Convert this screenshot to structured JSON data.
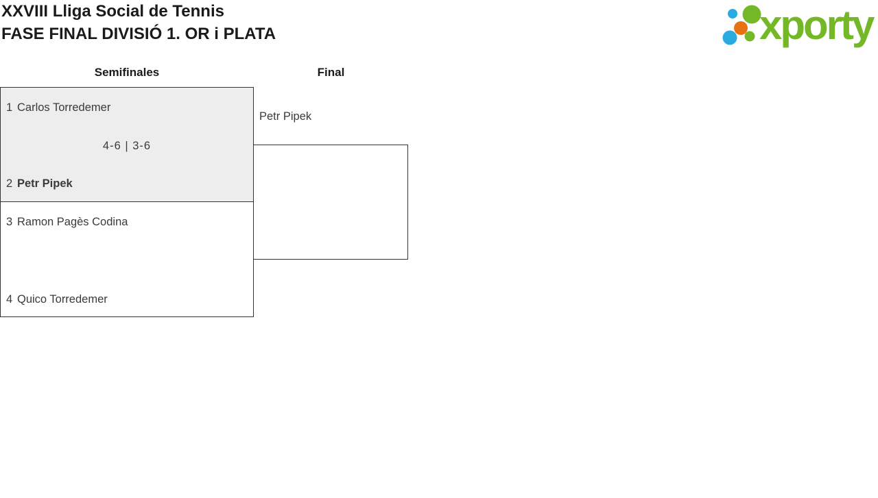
{
  "header": {
    "title_line1": "XXVIII Lliga Social de Tennis",
    "title_line2": "FASE FINAL DIVISIÓ 1. OR i PLATA"
  },
  "logo": {
    "brand": "xporty",
    "colors": {
      "green": "#74b828",
      "blue": "#29abe2",
      "orange": "#e87211"
    }
  },
  "bracket": {
    "rounds": [
      {
        "label": "Semifinales",
        "matches": [
          {
            "highlighted": true,
            "score": "4-6 | 3-6",
            "players": [
              {
                "seed": "1",
                "name": "Carlos Torredemer",
                "winner": false
              },
              {
                "seed": "2",
                "name": "Petr Pipek",
                "winner": true
              }
            ]
          },
          {
            "highlighted": false,
            "score": "",
            "players": [
              {
                "seed": "3",
                "name": "Ramon Pagès Codina",
                "winner": false
              },
              {
                "seed": "4",
                "name": "Quico Torredemer",
                "winner": false
              }
            ]
          }
        ]
      },
      {
        "label": "Final",
        "matches": [
          {
            "score": "",
            "players": [
              {
                "seed": "",
                "name": "Petr Pipek",
                "winner": false
              }
            ]
          }
        ]
      }
    ]
  },
  "colors": {
    "highlight_box_bg": "#ededed",
    "box_border": "#333333",
    "text": "#3a3a3a"
  }
}
